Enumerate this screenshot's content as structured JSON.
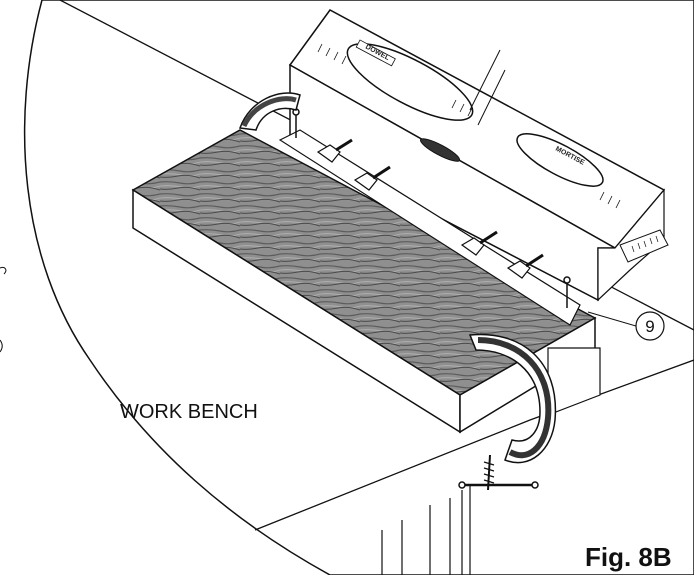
{
  "figure": {
    "label": "Fig. 8B",
    "bench_label": "WORK BENCH",
    "callout_number": "9",
    "jig_labels": [
      "DOWEL",
      "MORTISE"
    ]
  },
  "colors": {
    "line": "#111111",
    "wood_light": "#9a9a9a",
    "wood_dark": "#555555",
    "background": "#ffffff"
  },
  "icons": [
    "c-clamp-icon",
    "screw-icon",
    "knob-icon"
  ]
}
